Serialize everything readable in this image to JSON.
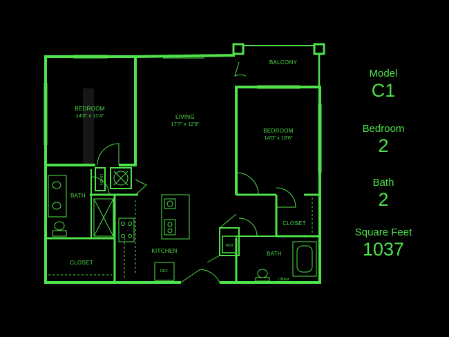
{
  "colors": {
    "background": "#000000",
    "accent": "#4fe24a",
    "accent_dark": "#2e8b2b"
  },
  "plan": {
    "rooms": {
      "bedroom1": {
        "label": "BEDROOM",
        "dims": "14'0\" x 11'4\""
      },
      "living": {
        "label": "LIVING",
        "dims": "17'7\" x 12'9\""
      },
      "balcony": {
        "label": "BALCONY"
      },
      "bedroom2": {
        "label": "BEDROOM",
        "dims": "14'0\" x 10'6\""
      },
      "bath1": {
        "label": "BATH"
      },
      "linen1": {
        "label": "LINEN"
      },
      "closet1": {
        "label": "CLOSET"
      },
      "kitchen": {
        "label": "KITCHEN"
      },
      "ref": {
        "label": "REF."
      },
      "wd": {
        "label": "W/D"
      },
      "closet2": {
        "label": "CLOSET"
      },
      "bath2": {
        "label": "BATH"
      },
      "linen2": {
        "label": "LINEN"
      }
    }
  },
  "info": {
    "model_label": "Model",
    "model_value": "C1",
    "bedroom_label": "Bedroom",
    "bedroom_value": "2",
    "bath_label": "Bath",
    "bath_value": "2",
    "sqft_label": "Square Feet",
    "sqft_value": "1037"
  }
}
